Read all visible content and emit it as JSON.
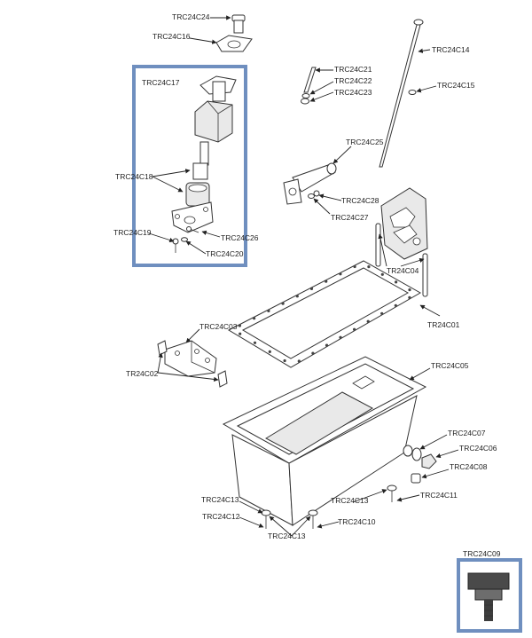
{
  "labels": {
    "c24": "TRC24C24",
    "c16": "TRC24C16",
    "c14": "TRC24C14",
    "c21": "TRC24C21",
    "c22": "TRC24C22",
    "c23": "TRC24C23",
    "c15": "TRC24C15",
    "c17": "TRC24C17",
    "c25": "TRC24C25",
    "c18": "TRC24C18",
    "c28": "TRC24C28",
    "c27": "TRC24C27",
    "c19": "TRC24C19",
    "c26": "TRC24C26",
    "c20": "TRC24C20",
    "c04": "TR24C04",
    "c01": "TR24C01",
    "c03": "TRC24C03",
    "c02": "TR24C02",
    "c05": "TRC24C05",
    "c07": "TRC24C07",
    "c06": "TRC24C06",
    "c08": "TRC24C08",
    "c11": "TRC24C11",
    "c13a": "TRC24C13",
    "c12": "TRC24C12",
    "c13b": "TRC24C13",
    "c13c": "TRC24C13",
    "c10": "TRC24C10",
    "c09": "TRC24C09"
  },
  "colors": {
    "highlight_frame": "#6f8fbf",
    "line": "#333333",
    "label_text": "#222222"
  }
}
